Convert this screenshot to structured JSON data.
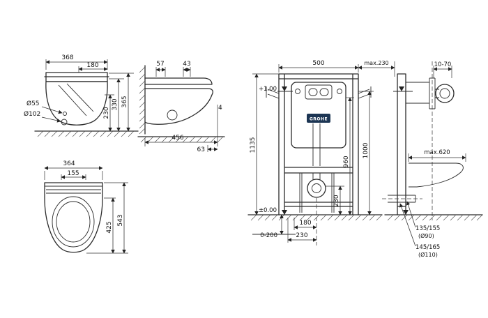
{
  "views": {
    "front": {
      "w368": "368",
      "w180": "180",
      "o55": "Ø55",
      "o102": "Ø102",
      "h230": "230",
      "h330": "330",
      "h365": "365"
    },
    "side": {
      "w57": "57",
      "w43": "43",
      "d456": "456",
      "w63": "63",
      "e4": "4"
    },
    "top": {
      "w364": "364",
      "w155": "155",
      "d425": "425",
      "d543": "543"
    },
    "frame": {
      "w500": "500",
      "max230": "max.230",
      "h1135": "1135",
      "h1000": "1000",
      "h960": "960",
      "h230": "230",
      "w180": "180",
      "w230": "230",
      "floor_range": "0-200",
      "level_top": "+1.00",
      "level_floor": "±0.00",
      "brand": "GROHE"
    },
    "fside": {
      "wall_range": "10-70",
      "max620": "max.620",
      "p1": "135/155",
      "p1d": "(Ø90)",
      "p2": "145/165",
      "p2d": "(Ø110)"
    }
  }
}
